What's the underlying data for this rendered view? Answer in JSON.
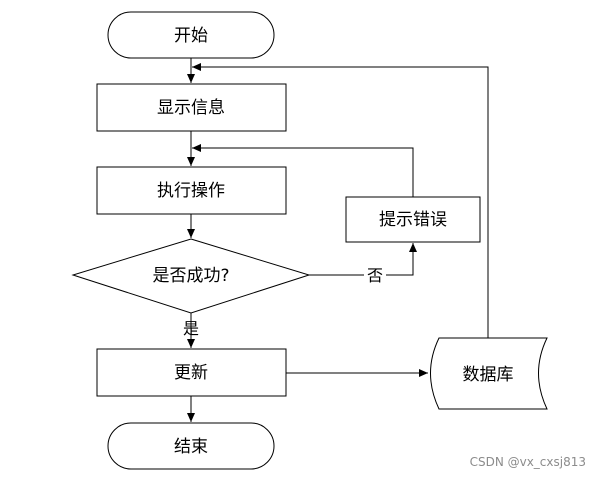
{
  "nodes": {
    "start": "开始",
    "display": "显示信息",
    "execute": "执行操作",
    "decision": "是否成功?",
    "error": "提示错误",
    "update": "更新",
    "database": "数据库",
    "end": "结束"
  },
  "edges": {
    "yes": "是",
    "no": "否"
  },
  "watermark": "CSDN @vx_cxsj813"
}
